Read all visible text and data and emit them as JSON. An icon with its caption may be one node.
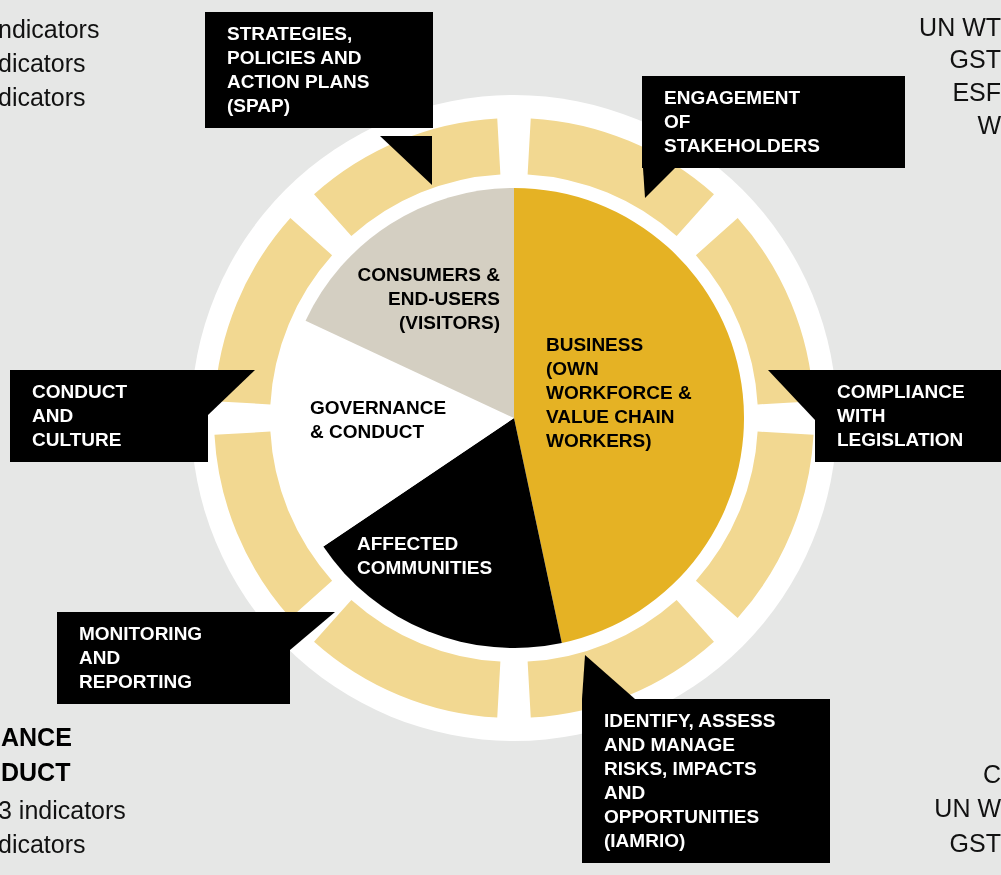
{
  "diagram": {
    "nodes": [
      {
        "text": [
          "BUSINESS (OWN WORKFORCE & VALUE CHAIN WORKERS)"
        ]
      },
      {
        "text": [
          "AFFECTED COMMUNITIES"
        ]
      },
      {
        "text": [
          "GOVERNANCE & CONDUCT"
        ]
      },
      {
        "text": [
          "CONSUMERS & END-USERS (VISITORS)"
        ]
      },
      {
        "text": [
          "STRATEGIES, POLICIES AND ACTION PLANS (SPAP)"
        ]
      },
      {
        "text": [
          "ENGAGEMENT OF STAKEHOLDERS"
        ]
      },
      {
        "text": [
          "COMPLIANCE WITH LEGISLATION"
        ]
      },
      {
        "text": [
          "IDENTIFY, ASSESS AND MANAGE RISKS, IMPACTS AND OPPORTUNITIES (IAMRIO)"
        ]
      },
      {
        "text": [
          "MONITORING AND REPORTING"
        ]
      },
      {
        "text": [
          "CONDUCT AND CULTURE"
        ]
      },
      {
        "text": [],
        "shape": "arc"
      },
      {
        "text": [],
        "shape": "arc"
      },
      {
        "text": [],
        "shape": "arc"
      },
      {
        "text": [],
        "shape": "arc"
      },
      {
        "text": [],
        "shape": "arc"
      },
      {
        "text": [],
        "shape": "arc"
      },
      {
        "text": [],
        "shape": "arc"
      },
      {
        "text": [],
        "shape": "arc"
      }
    ],
    "labels": [
      "ndicators",
      "dicators",
      "dicators",
      "UN WT",
      "GST",
      "ESF",
      "W",
      "ANCE",
      "DUCT",
      "3 indicators",
      "dicators",
      "C",
      "UN W",
      "GST"
    ]
  }
}
